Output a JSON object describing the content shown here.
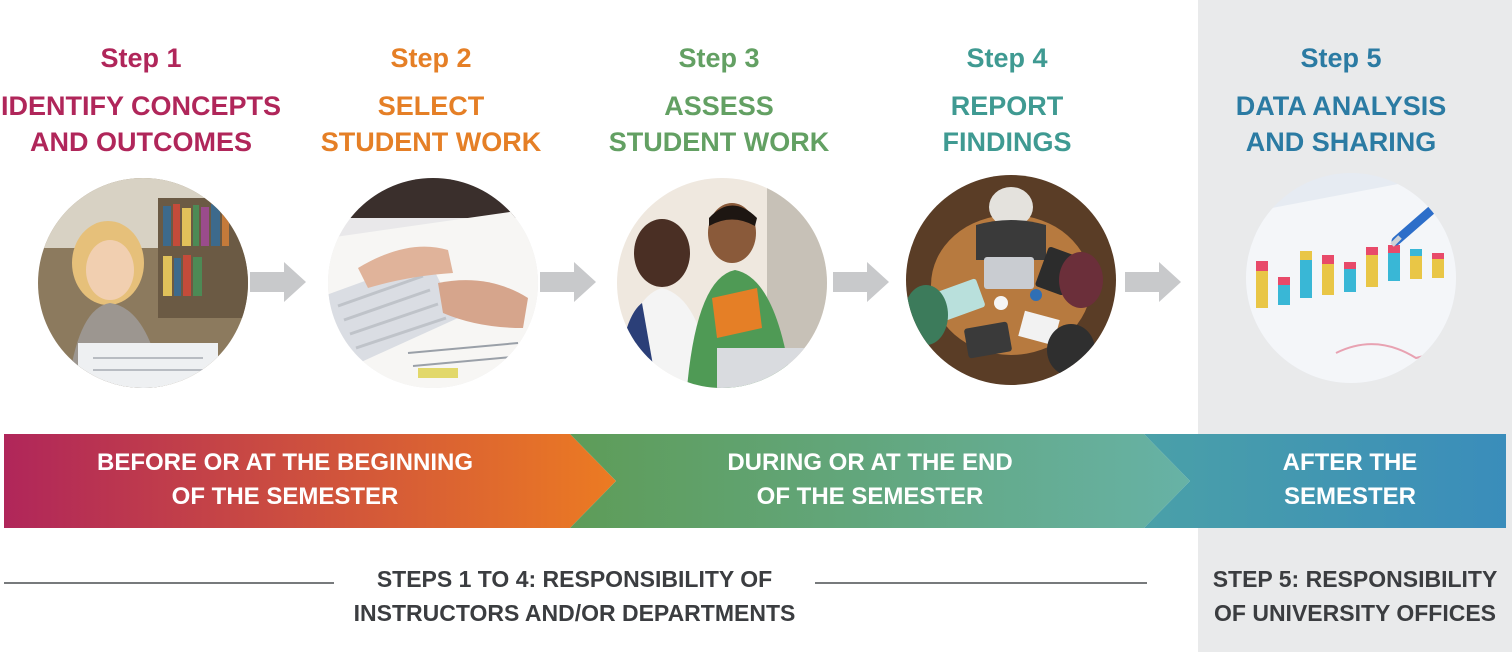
{
  "colors": {
    "step1": "#b0265a",
    "step2": "#e57f26",
    "step3": "#63a063",
    "step4": "#3f9a92",
    "step5": "#2b7ba3",
    "arrow": "#c8c9cb",
    "shade": "#e9eaeb",
    "text_dark": "#3b3d40"
  },
  "steps": [
    {
      "number": "Step 1",
      "title_line1": "IDENTIFY CONCEPTS",
      "title_line2": "AND OUTCOMES",
      "photo": "student-reading-in-library"
    },
    {
      "number": "Step 2",
      "title_line1": "SELECT",
      "title_line2": "STUDENT WORK",
      "photo": "hands-on-keyboard-and-papers"
    },
    {
      "number": "Step 3",
      "title_line1": "ASSESS",
      "title_line2": "STUDENT WORK",
      "photo": "students-at-computers"
    },
    {
      "number": "Step 4",
      "title_line1": "REPORT",
      "title_line2": "FINDINGS",
      "photo": "group-meeting-around-table"
    },
    {
      "number": "Step 5",
      "title_line1": "DATA ANALYSIS",
      "title_line2": "AND SHARING",
      "photo": "bar-chart-with-pen"
    }
  ],
  "timeline": [
    {
      "line1": "BEFORE OR AT THE BEGINNING",
      "line2": "OF THE SEMESTER"
    },
    {
      "line1": "DURING OR AT THE END",
      "line2": "OF THE SEMESTER"
    },
    {
      "line1": "AFTER THE",
      "line2": "SEMESTER"
    }
  ],
  "responsibility": [
    {
      "line1": "STEPS 1 TO 4: RESPONSIBILITY OF",
      "line2": "INSTRUCTORS AND/OR DEPARTMENTS"
    },
    {
      "line1": "STEP 5: RESPONSIBILITY",
      "line2": "OF UNIVERSITY OFFICES"
    }
  ]
}
